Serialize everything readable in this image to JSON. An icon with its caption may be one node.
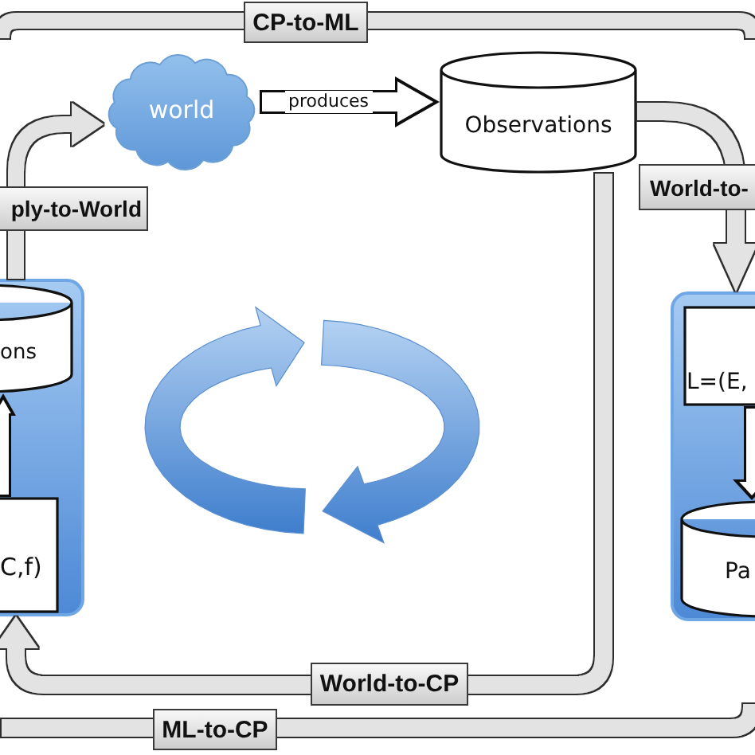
{
  "diagram": {
    "nodes": [
      {
        "text": [
          "world"
        ]
      },
      {
        "text": [
          "Observations"
        ]
      },
      {
        "text": [],
        "shape": "box"
      },
      {
        "text": [
          "ons"
        ],
        "in": 2
      },
      {
        "text": [
          "C,f)"
        ],
        "in": 2
      },
      {
        "text": [],
        "shape": "box"
      },
      {
        "text": [
          "L=(E,"
        ],
        "in": 5
      },
      {
        "text": [
          "Pa"
        ],
        "in": 5
      }
    ],
    "edges": [
      {
        "from": 0,
        "to": 1,
        "arrow": "to",
        "label": "produces",
        "color": "#111111"
      },
      {
        "from": 2,
        "to": 0,
        "arrow": "to",
        "label": "ply-to-World",
        "color": "#e3e3e3"
      },
      {
        "from": 1,
        "to": 5,
        "arrow": "to",
        "label": "World-to-",
        "color": "#e3e3e3"
      },
      {
        "from": 4,
        "to": 3,
        "arrow": "to",
        "color": "#111111"
      },
      {
        "from": 6,
        "to": 7,
        "arrow": "to",
        "color": "#111111"
      },
      {
        "from": 1,
        "to": 2,
        "arrow": "to",
        "label": "World-to-CP",
        "color": "#e3e3e3"
      }
    ],
    "labels": [
      "CP-to-ML",
      "ML-to-CP"
    ]
  }
}
